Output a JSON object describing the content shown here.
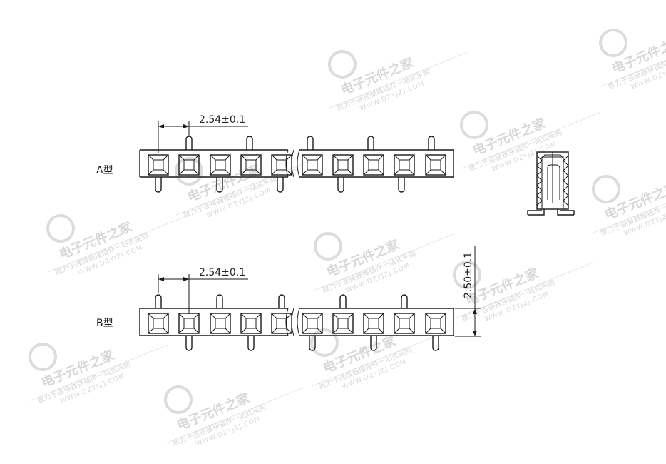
{
  "labels": {
    "type_a": "A型",
    "type_b": "B型"
  },
  "dimensions": {
    "pitch": "2.54±0.1",
    "height": "2.50±0.1"
  },
  "watermark": {
    "title": "电子元件之家",
    "slogan": "致力于连接器接插件一站式采购",
    "url": "WWW.DZYJZJ.COM"
  },
  "colors": {
    "line": "#1a1a1a",
    "watermark": "#d8d8d8"
  }
}
